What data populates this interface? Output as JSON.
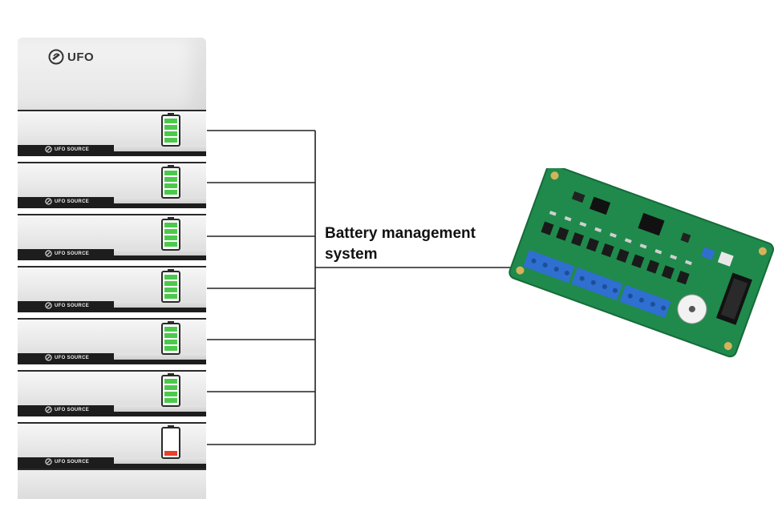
{
  "brand": {
    "name": "UFO"
  },
  "modules": [
    {
      "label": "UFO SOURCE",
      "charge": "full"
    },
    {
      "label": "UFO SOURCE",
      "charge": "full"
    },
    {
      "label": "UFO SOURCE",
      "charge": "full"
    },
    {
      "label": "UFO SOURCE",
      "charge": "full"
    },
    {
      "label": "UFO SOURCE",
      "charge": "full"
    },
    {
      "label": "UFO SOURCE",
      "charge": "full"
    },
    {
      "label": "UFO SOURCE",
      "charge": "low"
    }
  ],
  "bms": {
    "label_line1": "Battery management",
    "label_line2": "system"
  },
  "colors": {
    "charge_green": "#4cc94c",
    "charge_low": "#e8402a",
    "wire": "#222222",
    "pcb_green": "#1f8a4c"
  }
}
